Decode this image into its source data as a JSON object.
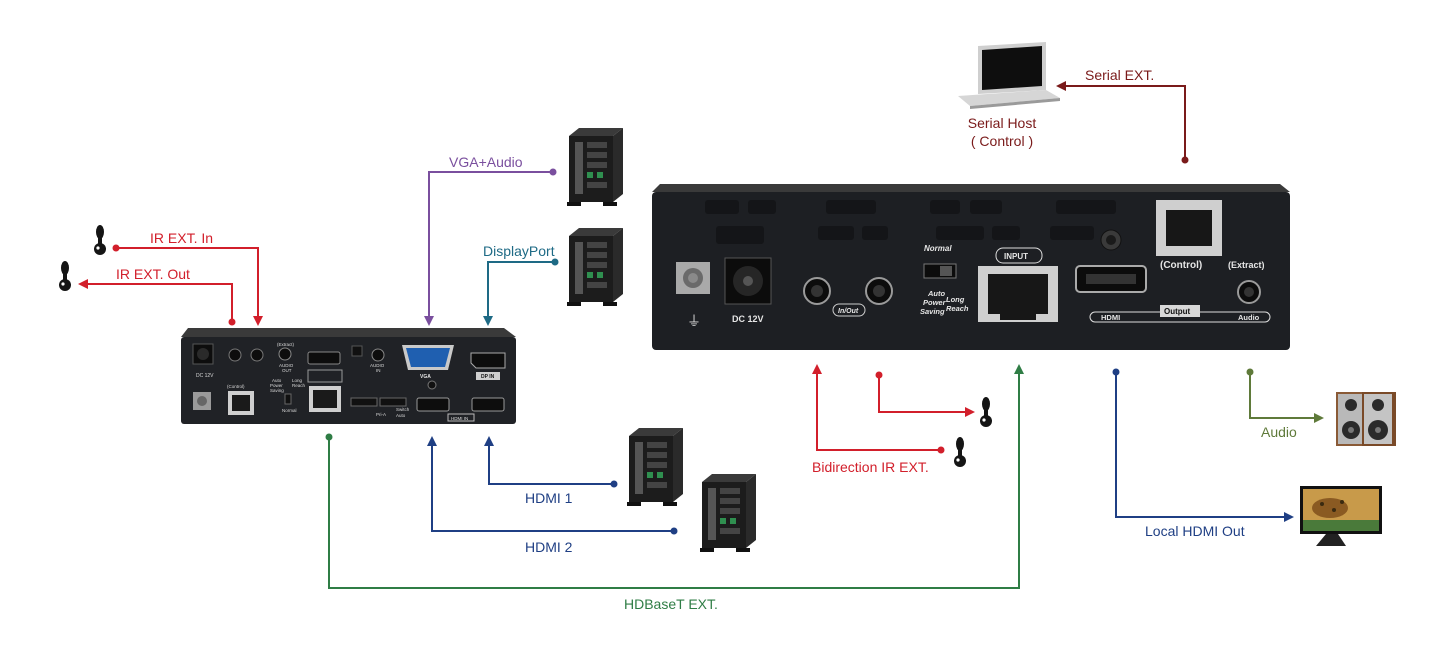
{
  "colors": {
    "ir": "#d21f2b",
    "vga": "#7a4f9e",
    "displayport": "#1e6a85",
    "hdmi": "#1f3f84",
    "hdbaset": "#2f7d45",
    "serial": "#7a1a1a",
    "audio": "#5f7a3a"
  },
  "labels": {
    "ir_in": "IR EXT. In",
    "ir_out": "IR EXT. Out",
    "vga_audio": "VGA+Audio",
    "displayport": "DisplayPort",
    "hdmi1": "HDMI 1",
    "hdmi2": "HDMI 2",
    "hdbaset": "HDBaseT EXT.",
    "bidirection_ir": "Bidirection IR EXT.",
    "serial_ext": "Serial EXT.",
    "serial_host_line1": "Serial Host",
    "serial_host_line2": "( Control )",
    "local_hdmi_out": "Local HDMI Out",
    "audio": "Audio"
  },
  "transmitter": {
    "dc": "DC 12V",
    "extract": "(Extract)",
    "audio_out_line1": "AUDIO",
    "audio_out_line2": "OUT",
    "auto_power_line1": "Auto",
    "auto_power_line2": "Power",
    "auto_power_line3": "Saving",
    "long_reach_line1": "Long",
    "long_reach_line2": "Reach",
    "normal": "Normal",
    "control": "(Control)",
    "audio_in_line1": "AUDIO",
    "audio_in_line2": "IN",
    "vga": "VGA",
    "dp": "DP IN",
    "hdmi": "HDMI IN",
    "pri": "Pri-A",
    "switch": "Switch",
    "auto": "Auto"
  },
  "receiver": {
    "dc": "DC 12V",
    "in_out": "In/Out",
    "normal": "Normal",
    "auto_power_line1": "Auto",
    "auto_power_line2": "Power",
    "auto_power_line3": "Saving",
    "long_reach_line1": "Long",
    "long_reach_line2": "Reach",
    "input": "INPUT",
    "control": "(Control)",
    "extract": "(Extract)",
    "hdmi": "HDMI",
    "output": "Output",
    "audio": "Audio"
  }
}
